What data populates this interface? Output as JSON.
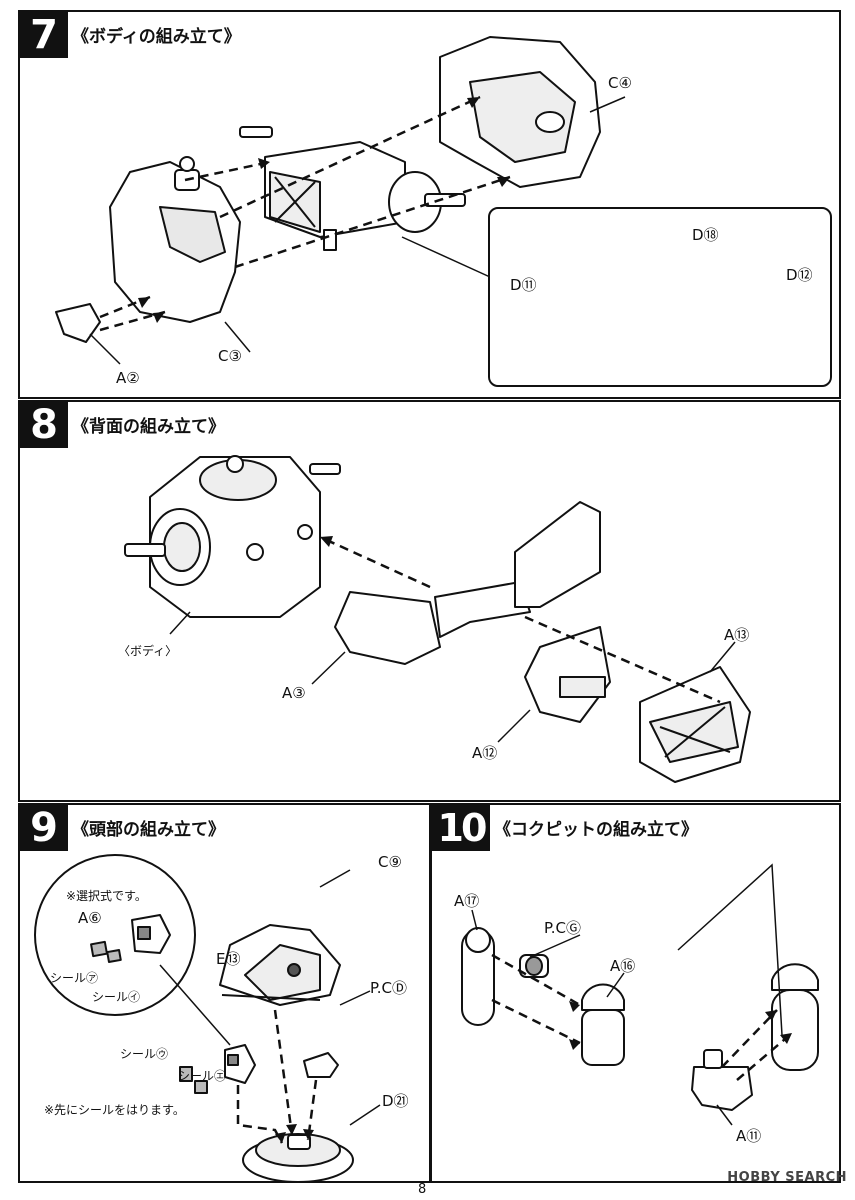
{
  "steps": [
    {
      "number": "7",
      "title": "《ボディの組み立て》",
      "labels": [
        "C④",
        "C③",
        "A②",
        "D⑪",
        "D⑱",
        "D⑫"
      ]
    },
    {
      "number": "8",
      "title": "《背面の組み立て》",
      "labels": [
        "〈ボディ〉",
        "A③",
        "A⑫",
        "A⑬"
      ]
    },
    {
      "number": "9",
      "title": "《頭部の組み立て》",
      "labels": [
        "C⑨",
        "P.CⒹ",
        "E⑬",
        "D㉑",
        "A⑥",
        "シール㋐",
        "シール㋑",
        "シール㋒",
        "シール㋓"
      ],
      "notes": [
        "※選択式です。",
        "※先にシールをはります。"
      ]
    },
    {
      "number": "10",
      "title": "《コクピットの組み立て》",
      "labels": [
        "A⑰",
        "P.CⒼ",
        "A⑯",
        "A⑪"
      ]
    }
  ],
  "footer": {
    "page_number": "8",
    "watermark": "HOBBY SEARCH"
  }
}
